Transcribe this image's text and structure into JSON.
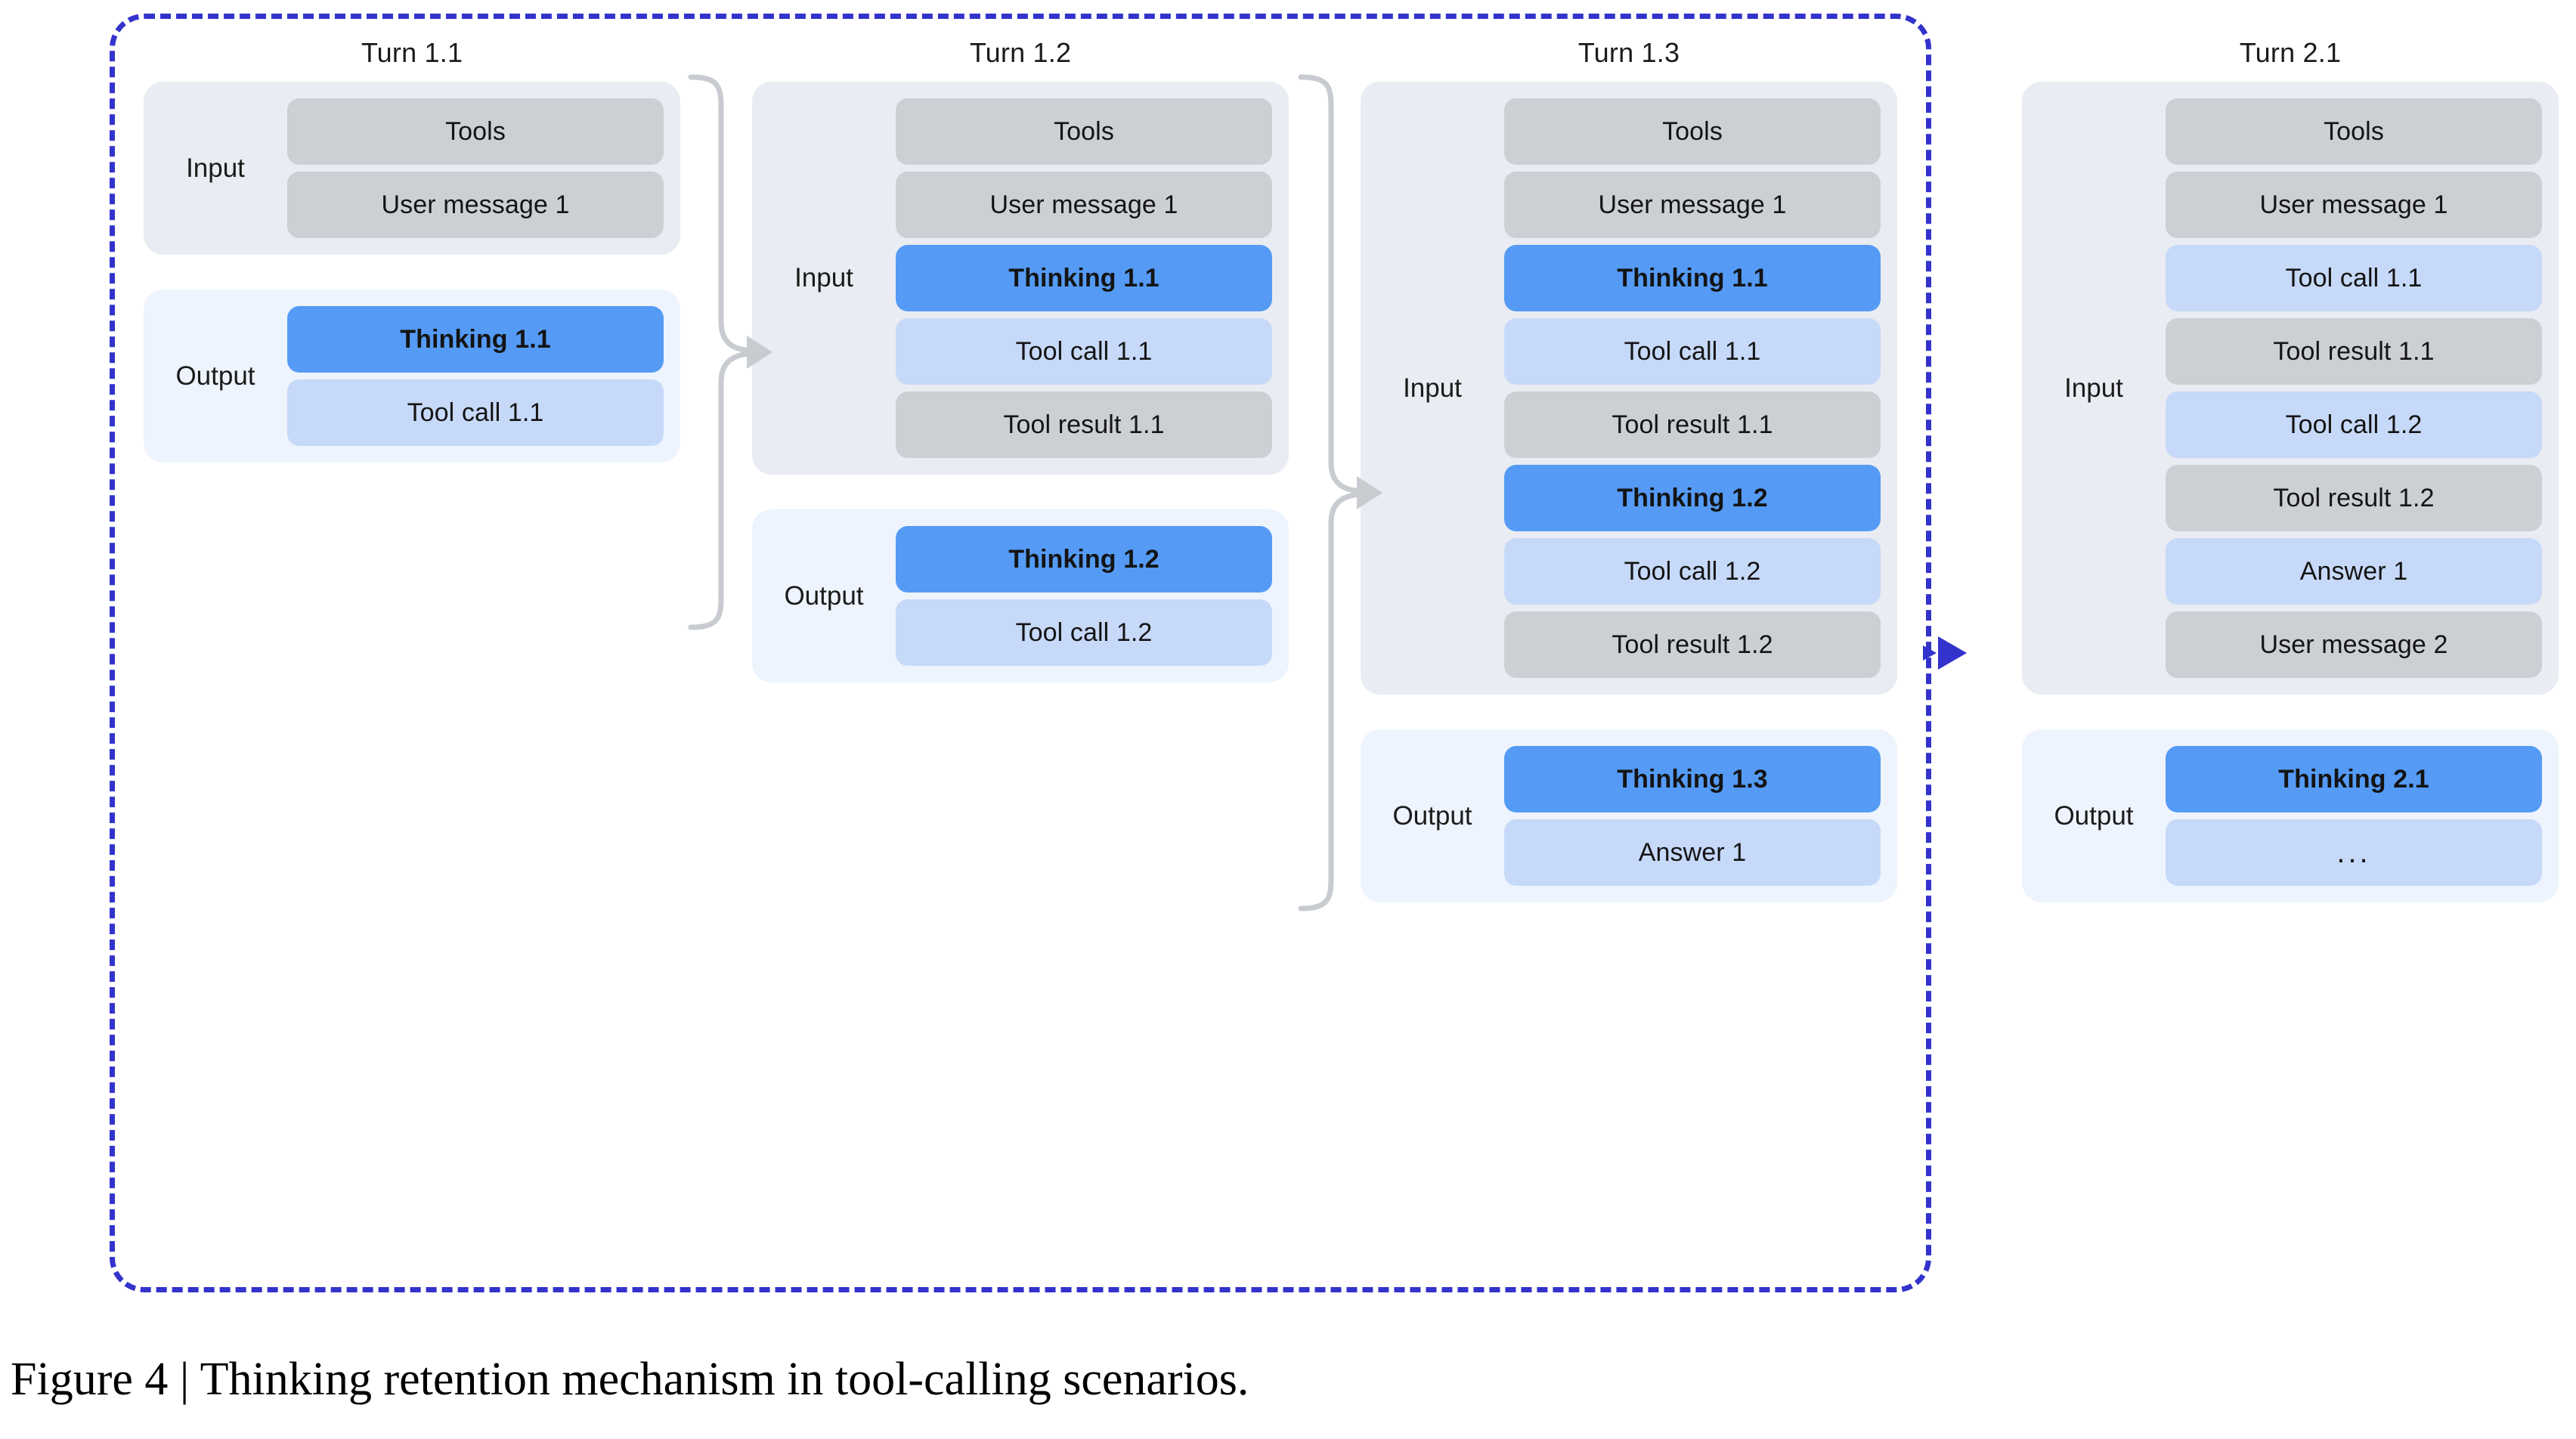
{
  "figure": {
    "caption": "Figure 4 | Thinking retention mechanism in tool-calling scenarios."
  },
  "colors": {
    "dashed_border": "#3333cc",
    "arrow": "#3333cc",
    "connector": "#c8cbd0",
    "input_panel_bg": "#e9ecf2",
    "output_panel_bg": "#edf4fd",
    "block_gray": "#cccfd4",
    "block_light_blue": "#c7d9f8",
    "block_blue": "#559bf5"
  },
  "labels": {
    "input": "Input",
    "output": "Output"
  },
  "columns": [
    {
      "title": "Turn 1.1",
      "input": [
        {
          "text": "Tools",
          "kind": "gray"
        },
        {
          "text": "User message 1",
          "kind": "gray"
        }
      ],
      "output": [
        {
          "text": "Thinking 1.1",
          "kind": "blue"
        },
        {
          "text": "Tool call 1.1",
          "kind": "lblue"
        }
      ]
    },
    {
      "title": "Turn 1.2",
      "input": [
        {
          "text": "Tools",
          "kind": "gray"
        },
        {
          "text": "User message 1",
          "kind": "gray"
        },
        {
          "text": "Thinking 1.1",
          "kind": "blue"
        },
        {
          "text": "Tool call 1.1",
          "kind": "lblue"
        },
        {
          "text": "Tool result 1.1",
          "kind": "gray"
        }
      ],
      "output": [
        {
          "text": "Thinking 1.2",
          "kind": "blue"
        },
        {
          "text": "Tool call 1.2",
          "kind": "lblue"
        }
      ]
    },
    {
      "title": "Turn 1.3",
      "input": [
        {
          "text": "Tools",
          "kind": "gray"
        },
        {
          "text": "User message 1",
          "kind": "gray"
        },
        {
          "text": "Thinking 1.1",
          "kind": "blue"
        },
        {
          "text": "Tool call 1.1",
          "kind": "lblue"
        },
        {
          "text": "Tool result 1.1",
          "kind": "gray"
        },
        {
          "text": "Thinking 1.2",
          "kind": "blue"
        },
        {
          "text": "Tool call 1.2",
          "kind": "lblue"
        },
        {
          "text": "Tool result 1.2",
          "kind": "gray"
        }
      ],
      "output": [
        {
          "text": "Thinking 1.3",
          "kind": "blue"
        },
        {
          "text": "Answer 1",
          "kind": "lblue"
        }
      ]
    },
    {
      "title": "Turn 2.1",
      "input": [
        {
          "text": "Tools",
          "kind": "gray"
        },
        {
          "text": "User message 1",
          "kind": "gray"
        },
        {
          "text": "Tool call 1.1",
          "kind": "lblue"
        },
        {
          "text": "Tool result 1.1",
          "kind": "gray"
        },
        {
          "text": "Tool call 1.2",
          "kind": "lblue"
        },
        {
          "text": "Tool result 1.2",
          "kind": "gray"
        },
        {
          "text": "Answer 1",
          "kind": "lblue"
        },
        {
          "text": "User message 2",
          "kind": "gray"
        }
      ],
      "output": [
        {
          "text": "Thinking 2.1",
          "kind": "blue"
        },
        {
          "text": "...",
          "kind": "dots"
        }
      ]
    }
  ]
}
